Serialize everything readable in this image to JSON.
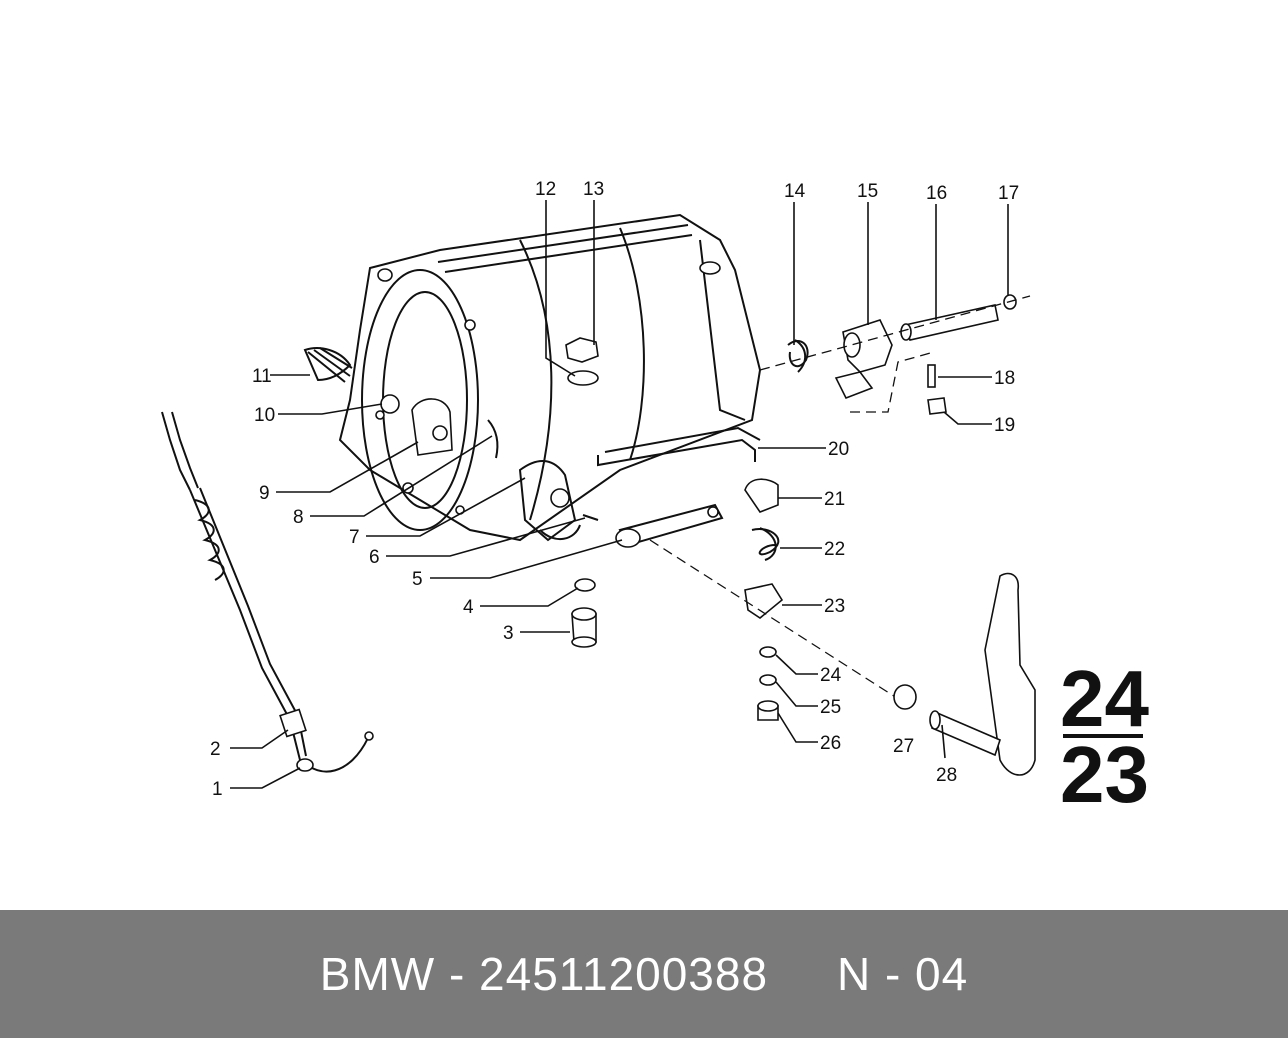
{
  "diagram": {
    "callouts": [
      "1",
      "2",
      "3",
      "4",
      "5",
      "6",
      "7",
      "8",
      "9",
      "10",
      "11",
      "12",
      "13",
      "14",
      "15",
      "16",
      "17",
      "18",
      "19",
      "20",
      "21",
      "22",
      "23",
      "24",
      "25",
      "26",
      "27",
      "28"
    ],
    "group_number_top": "24",
    "group_number_bottom": "23"
  },
  "footer": {
    "text": "BMW - 24511200388     N - 04"
  }
}
